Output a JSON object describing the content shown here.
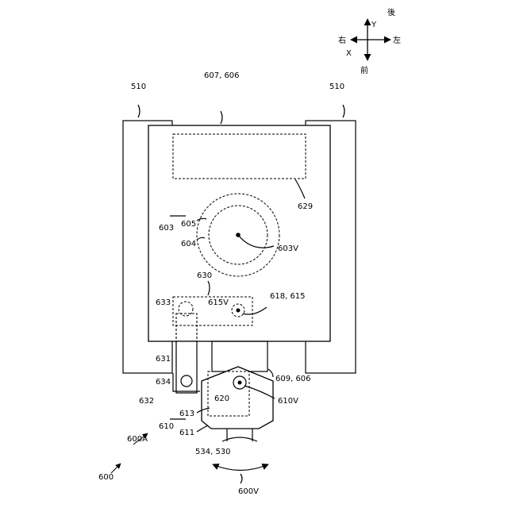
{
  "figure": {
    "compass": {
      "y_label": "Y",
      "x_label": "X",
      "rear": "後",
      "front": "前",
      "right": "右",
      "left": "左"
    },
    "labels": {
      "track_left": "510",
      "track_right": "510",
      "body": "607, 606",
      "panel": "629",
      "circle_group": "603",
      "circle_a": "605",
      "circle_b": "604",
      "axis_center": "603V",
      "arm": "630",
      "arm_end": "633",
      "pivot_axis": "615V",
      "pivot": "618, 615",
      "link": "631",
      "pin": "634",
      "bracket": "632",
      "attachment": "600A",
      "body_lower": "609, 606",
      "pivot2_axis": "610V",
      "pivot2": "620",
      "group_610": "610",
      "part_611": "611",
      "part_613": "613",
      "boom": "534, 530",
      "assembly": "600",
      "swing": "600V"
    }
  }
}
